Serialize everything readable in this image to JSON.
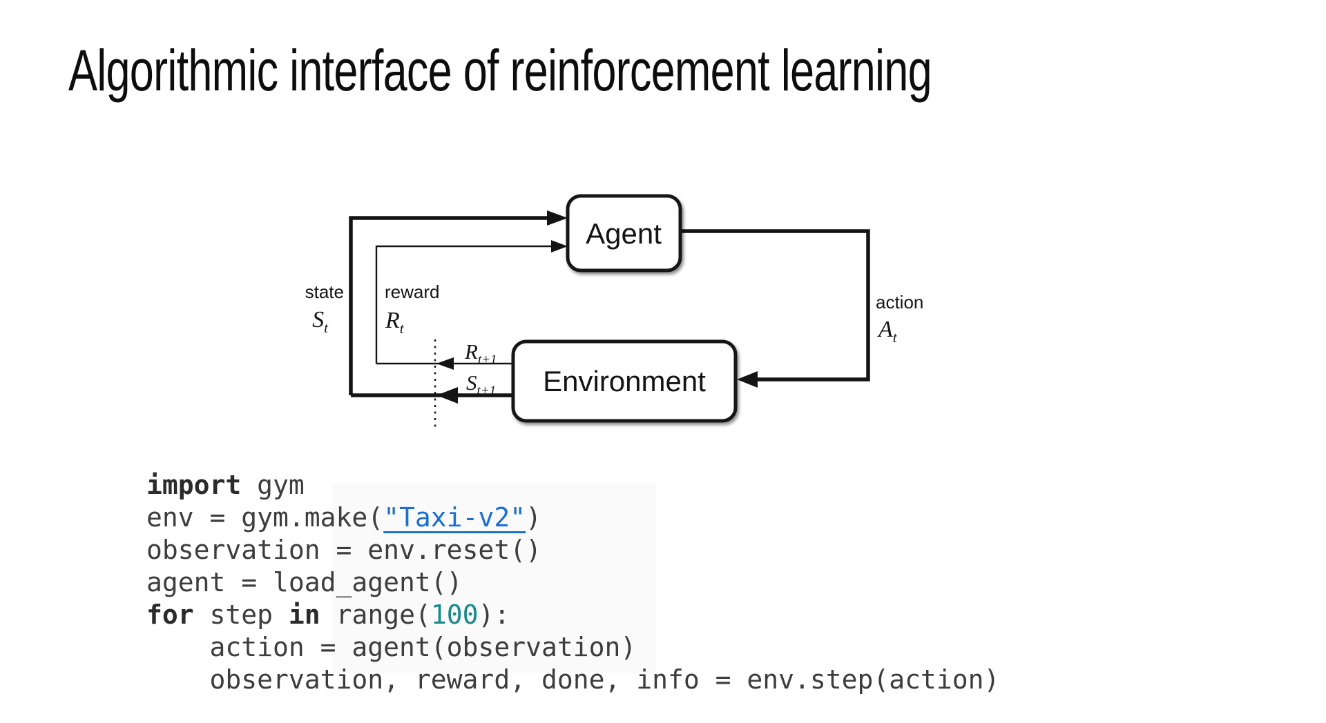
{
  "title": "Algorithmic interface of reinforcement learning",
  "diagram": {
    "agent_label": "Agent",
    "environment_label": "Environment",
    "state_label": "state",
    "state_symbol": "S",
    "state_sub": "t",
    "reward_label": "reward",
    "reward_symbol": "R",
    "reward_sub": "t",
    "action_label": "action",
    "action_symbol": "A",
    "action_sub": "t",
    "next_reward_symbol": "R",
    "next_reward_sub": "t+1",
    "next_state_symbol": "S",
    "next_state_sub": "t+1"
  },
  "code": {
    "lines": [
      [
        {
          "t": "import",
          "s": "keyword"
        },
        {
          "t": " gym",
          "s": "plain"
        }
      ],
      [
        {
          "t": "env = gym.make(",
          "s": "plain"
        },
        {
          "t": "\"Taxi-v2\"",
          "s": "link"
        },
        {
          "t": ")",
          "s": "plain"
        }
      ],
      [
        {
          "t": "observation = env.reset()",
          "s": "plain"
        }
      ],
      [
        {
          "t": "agent = load_agent()",
          "s": "plain"
        }
      ],
      [
        {
          "t": "for",
          "s": "keyword"
        },
        {
          "t": " step ",
          "s": "plain"
        },
        {
          "t": "in",
          "s": "keyword"
        },
        {
          "t": " range(",
          "s": "plain"
        },
        {
          "t": "100",
          "s": "number"
        },
        {
          "t": "):",
          "s": "plain"
        }
      ],
      [
        {
          "t": "    action = agent(observation)",
          "s": "plain"
        }
      ],
      [
        {
          "t": "    observation, reward, done, info = env.step(action)",
          "s": "plain"
        }
      ]
    ]
  },
  "colors": {
    "link_blue": "#1a6fd1",
    "number_teal": "#17898b",
    "code_text": "#3d3d3d",
    "diagram_ink": "#141414"
  }
}
